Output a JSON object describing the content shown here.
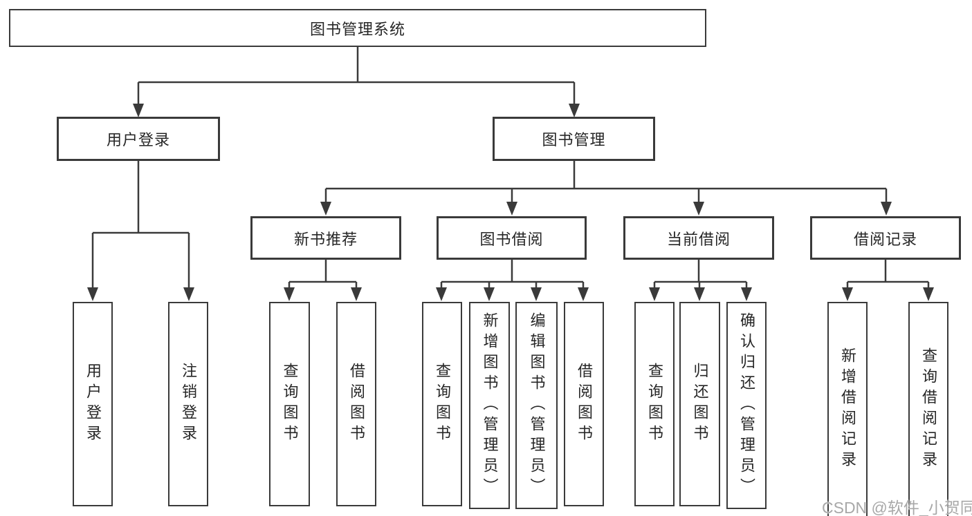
{
  "diagram": {
    "title": "图书管理系统",
    "branches": [
      {
        "label": "用户登录",
        "children": [
          {
            "label": "用户登录"
          },
          {
            "label": "注销登录"
          }
        ]
      },
      {
        "label": "图书管理",
        "children": [
          {
            "label": "新书推荐",
            "children": [
              {
                "label": "查询图书"
              },
              {
                "label": "借阅图书"
              }
            ]
          },
          {
            "label": "图书借阅",
            "children": [
              {
                "label": "查询图书"
              },
              {
                "label": "新增图书（管理员）"
              },
              {
                "label": "编辑图书（管理员）"
              },
              {
                "label": "借阅图书"
              }
            ]
          },
          {
            "label": "当前借阅",
            "children": [
              {
                "label": "查询图书"
              },
              {
                "label": "归还图书"
              },
              {
                "label": "确认归还（管理员）"
              }
            ]
          },
          {
            "label": "借阅记录",
            "children": [
              {
                "label": "新增借阅记录"
              },
              {
                "label": "查询借阅记录"
              }
            ]
          }
        ]
      }
    ]
  },
  "watermark": "CSDN @软件_小贺同学",
  "colors": {
    "line": "#3a3a3a",
    "box_border": "#3a3a3a",
    "text": "#262626",
    "watermark": "#a8a8a8",
    "background": "#ffffff"
  }
}
